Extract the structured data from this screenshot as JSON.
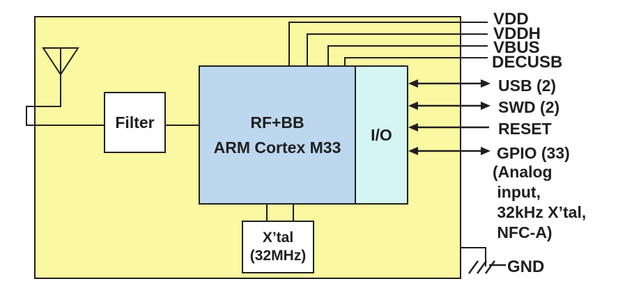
{
  "figure": {
    "type": "block-diagram",
    "chip_color": "#faf8a1",
    "core_color": "#bdd7ee",
    "io_color": "#d5f5f3",
    "line_color": "#1f1f1f"
  },
  "blocks": {
    "filter": {
      "label": "Filter"
    },
    "core": {
      "line1": "RF+BB",
      "line2": "ARM Cortex M33"
    },
    "io": {
      "label": "I/O"
    },
    "xtal": {
      "line1": "X’tal",
      "line2": "(32MHz)"
    }
  },
  "pins": {
    "power": [
      {
        "label": "VDD"
      },
      {
        "label": "VDDH"
      },
      {
        "label": "VBUS"
      },
      {
        "label": "DECUSB"
      }
    ],
    "peripheral": [
      {
        "label": "USB (2)",
        "arrows": "bidirectional"
      },
      {
        "label": "SWD (2)",
        "arrows": "bidirectional"
      },
      {
        "label": "RESET",
        "arrows": "input"
      },
      {
        "label": "GPIO (33)",
        "arrows": "bidirectional",
        "note": "(Analog\n input,\n 32kHz X’tal,\n NFC-A)"
      }
    ],
    "ground": {
      "label": "GND"
    }
  }
}
